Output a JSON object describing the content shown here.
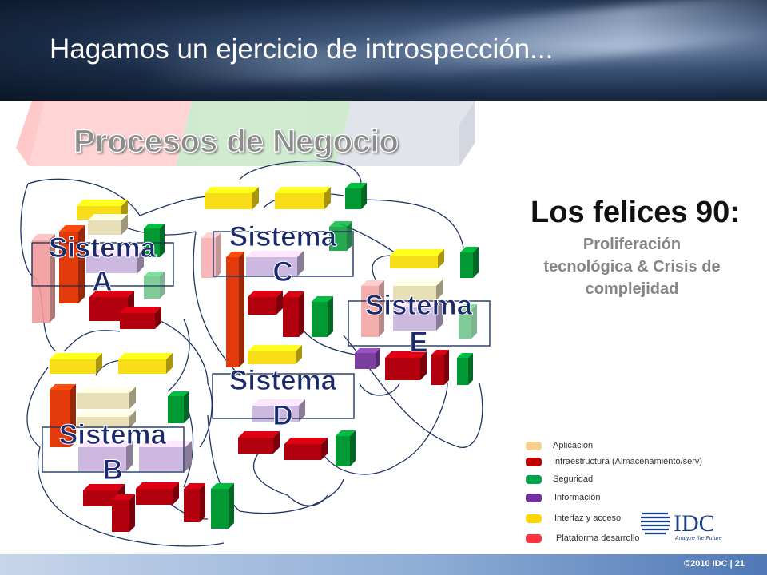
{
  "slide_title": "Hagamos un ejercicio de introspección...",
  "band_label": "Procesos de Negocio",
  "systems": [
    {
      "line1": "Sistema",
      "line2": "A"
    },
    {
      "line1": "Sistema",
      "line2": "B"
    },
    {
      "line1": "Sistema",
      "line2": "C"
    },
    {
      "line1": "Sistema",
      "line2": "D"
    },
    {
      "line1": "Sistema",
      "line2": "E"
    }
  ],
  "heading": "Los felices 90:",
  "subheading_line1": "Proliferación",
  "subheading_line2": "tecnológica & Crisis de",
  "subheading_line3": "complejidad",
  "legend": [
    {
      "label": "Aplicación",
      "color": "#f5cf8c"
    },
    {
      "label": "Infraestructura (Almacenamiento/serv)",
      "color": "#c00000"
    },
    {
      "label": "Seguridad",
      "color": "#00a550"
    },
    {
      "label": "Información",
      "color": "#7030a0"
    },
    {
      "label": "Interfaz y acceso",
      "color": "#ffd700"
    },
    {
      "label": "Plataforma desarrollo",
      "color": "#ff3340"
    }
  ],
  "logo": {
    "name": "IDC",
    "tagline": "Analyze the Future"
  },
  "footer": {
    "copyright": "©2010 IDC | 21"
  },
  "colors": {
    "yellow": "#f7dc18",
    "cream": "#e8deb8",
    "lavender": "#cdb8e0",
    "dark_red": "#b3000f",
    "green": "#009933",
    "orange_red": "#e23a0a",
    "pink": "#f29a9a",
    "purple": "#7b3fa0",
    "connector": "#1f3563"
  }
}
